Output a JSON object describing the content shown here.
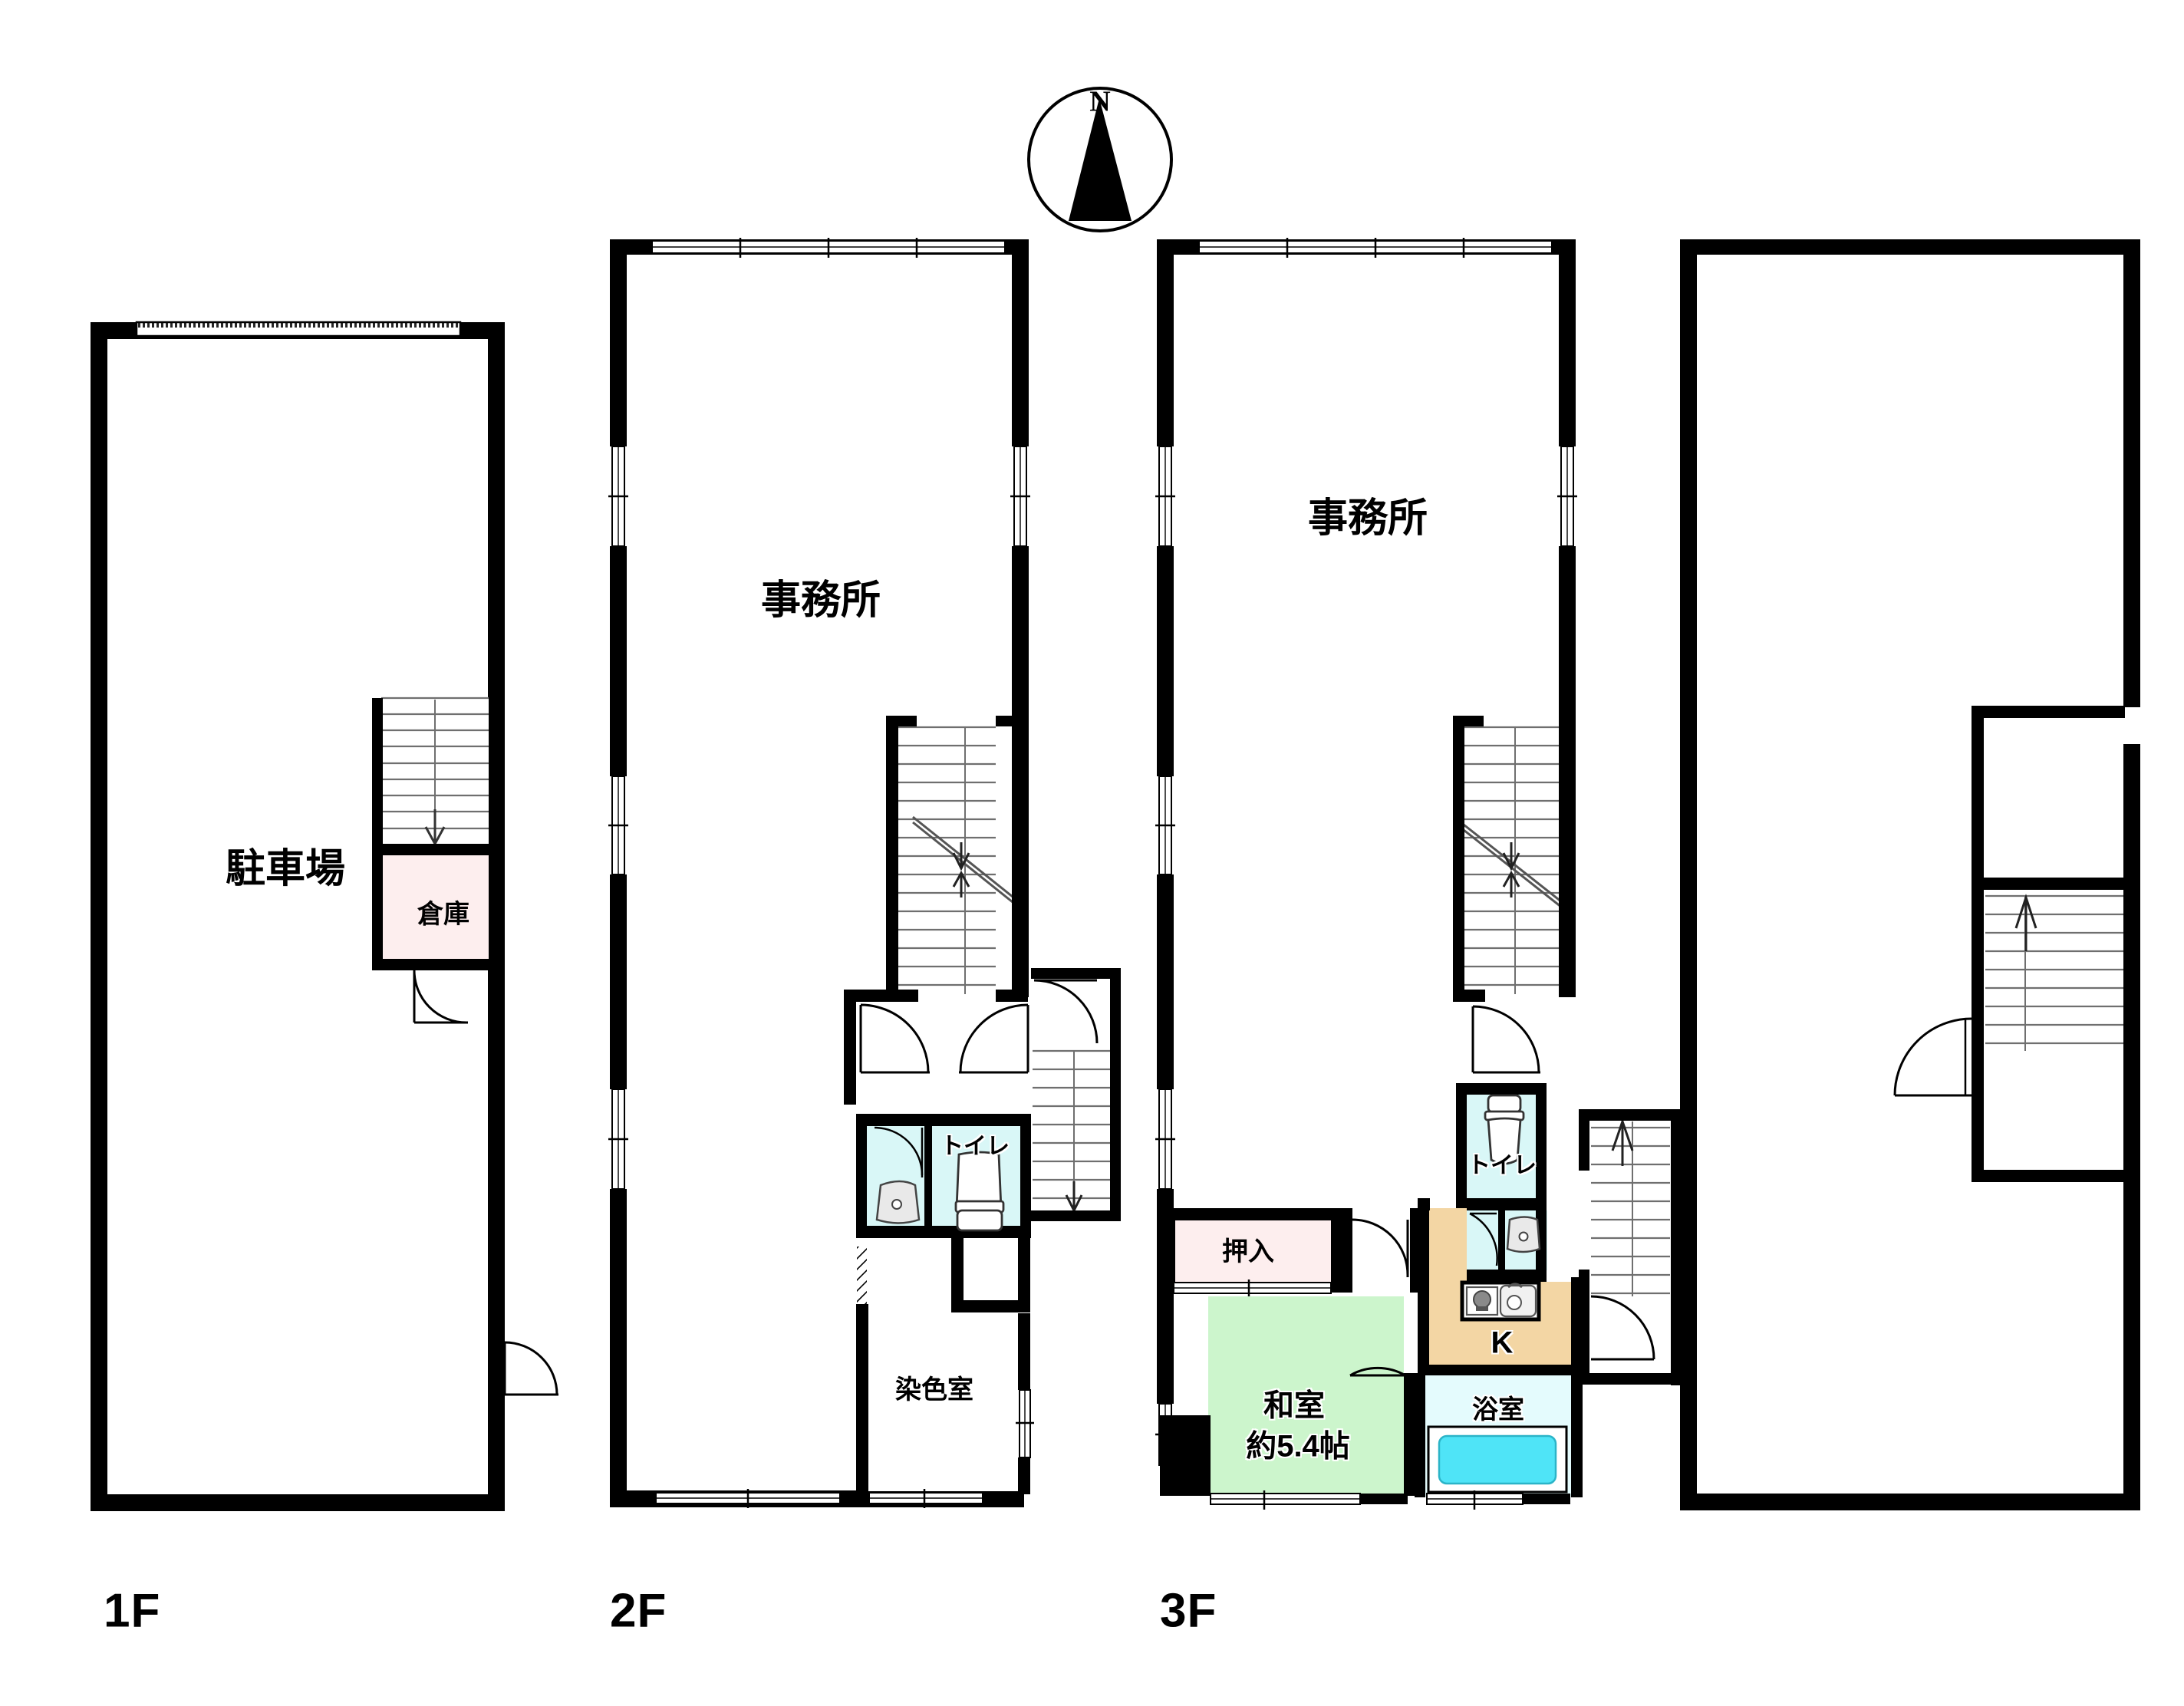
{
  "document": {
    "type": "residential-floor-plan",
    "title": "Building floor plan 1F / 2F / 3F"
  },
  "compass": {
    "label": "N",
    "name": "north-arrow"
  },
  "floors": [
    {
      "id": "1f",
      "tag": "1F",
      "rooms": [
        {
          "id": "parking",
          "label": "駐車場",
          "fill": "#ffffff"
        },
        {
          "id": "storage",
          "label": "倉庫",
          "fill": "#fdeeee"
        }
      ],
      "features": [
        "shutter-window-top",
        "stair-down",
        "entry-door-right"
      ]
    },
    {
      "id": "2f",
      "tag": "2F",
      "rooms": [
        {
          "id": "office2f",
          "label": "事務所",
          "fill": "#ffffff"
        },
        {
          "id": "toilet2f",
          "label": "トイレ",
          "fill": "#d9f7f7"
        },
        {
          "id": "washbasin2f",
          "label": "",
          "fill": "#d9f7f7"
        },
        {
          "id": "dyeroom",
          "label": "染色室",
          "fill": "#ffffff"
        }
      ],
      "features": [
        "stair-updown",
        "stair-down-right",
        "doors"
      ]
    },
    {
      "id": "3f",
      "tag": "3F",
      "rooms": [
        {
          "id": "office3f",
          "label": "事務所",
          "fill": "#ffffff"
        },
        {
          "id": "toilet3f",
          "label": "トイレ",
          "fill": "#d9f7f7"
        },
        {
          "id": "washbasin3f",
          "label": "",
          "fill": "#d9f7f7"
        },
        {
          "id": "closet3f",
          "label": "押入",
          "fill": "#fdeeee"
        },
        {
          "id": "kitchen3f",
          "label": "K",
          "fill": "#f3d6a4"
        },
        {
          "id": "washitsu",
          "label": "和室",
          "sublabel": "約5.4帖",
          "fill": "#ccf5cc"
        },
        {
          "id": "bath3f",
          "label": "浴室",
          "fill": "#e4fbfd"
        }
      ],
      "features": [
        "stair-updown",
        "stair-up-right",
        "doors",
        "bathtub"
      ]
    },
    {
      "id": "4th-panel",
      "tag": "",
      "rooms": [],
      "features": [
        "stair-up",
        "door"
      ]
    }
  ],
  "labels": {
    "parking": "駐車場",
    "storage": "倉庫",
    "office_2f": "事務所",
    "office_3f": "事務所",
    "toilet_2f": "トイレ",
    "toilet_3f": "トイレ",
    "dye_room": "染色室",
    "closet": "押入",
    "kitchen": "K",
    "washitsu_name": "和室",
    "washitsu_size": "約5.4帖",
    "bath": "浴室",
    "floor_1f": "1F",
    "floor_2f": "2F",
    "floor_3f": "3F",
    "compass_north": "N"
  },
  "colors": {
    "wall": "#000000",
    "thin_line": "#000000",
    "stair_line": "#808080",
    "storage_fill": "#fdeeee",
    "closet_fill": "#fdeeee",
    "water_fill": "#d9f7f7",
    "bath_fill": "#e4fbfd",
    "tub_fill": "#4fe4f7",
    "tatami_fill": "#ccf5cc",
    "kitchen_fill": "#f3d6a4",
    "background": "#ffffff"
  }
}
